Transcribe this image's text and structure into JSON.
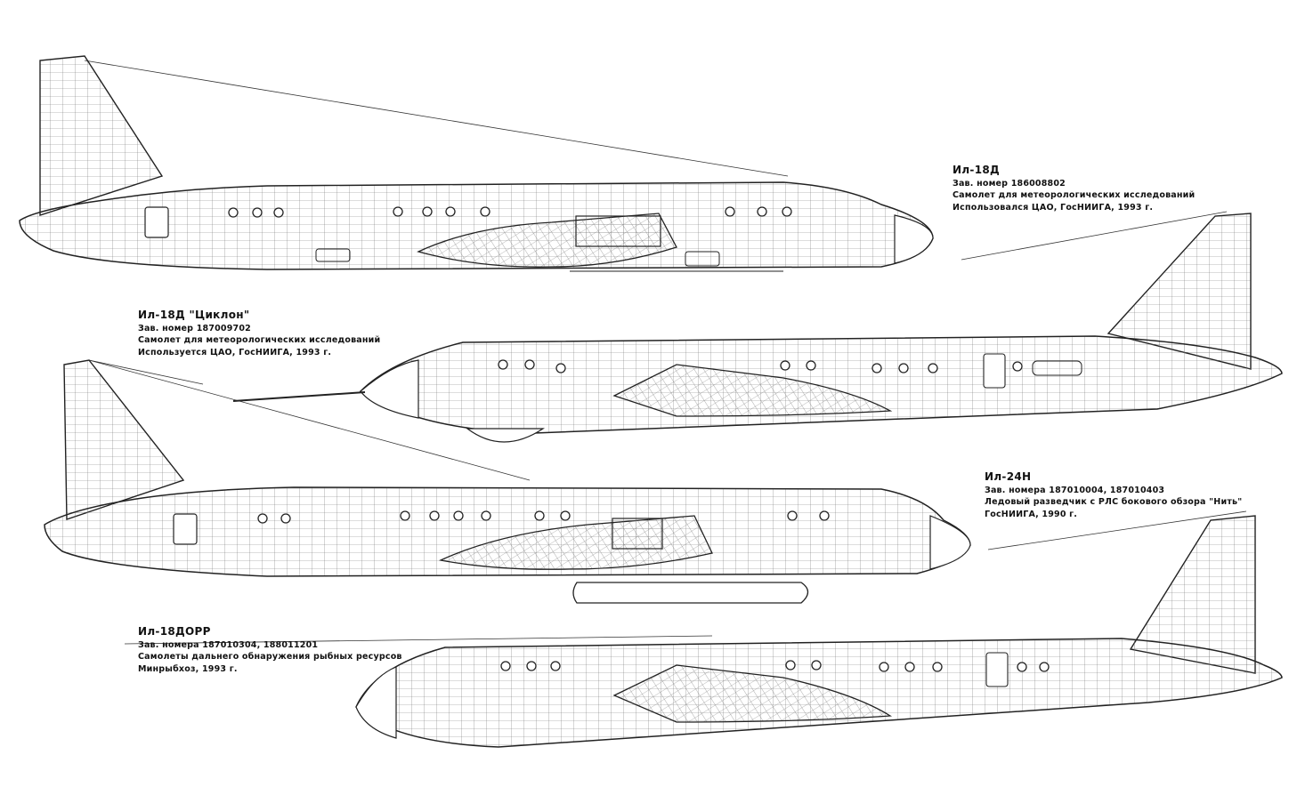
{
  "aircraft": [
    {
      "title": "Ил-18Д",
      "lines": [
        "Зав. номер 186008802",
        "Самолет для метеорологических исследований",
        "Использовался ЦАО, ГосНИИГА, 1993 г."
      ],
      "facing": "right",
      "features": [
        "weather-radar-pod",
        "tail-fin",
        "underwing-engine-nacelle"
      ]
    },
    {
      "title": "Ил-18Д \"Циклон\"",
      "lines": [
        "Зав. номер 187009702",
        "Самолет для метеорологических исследований",
        "Используется ЦАО, ГосНИИГА, 1993 г."
      ],
      "facing": "left",
      "features": [
        "nose-probe-boom",
        "ventral-dome",
        "tail-fin",
        "underwing-engine-nacelle"
      ]
    },
    {
      "title": "Ил-24Н",
      "lines": [
        "Зав. номера 187010004, 187010403",
        "Ледовый разведчик с РЛС бокового обзора \"Нить\"",
        "ГосНИИГА, 1990 г."
      ],
      "facing": "right",
      "features": [
        "slar-ventral-pod",
        "tail-fin",
        "underwing-engine-nacelle"
      ]
    },
    {
      "title": "Ил-18ДОРР",
      "lines": [
        "Зав. номера 187010304, 188011201",
        "Самолеты дальнего обнаружения рыбных ресурсов",
        "Минрыбхоз, 1993 г."
      ],
      "facing": "left",
      "features": [
        "tail-fin",
        "underwing-engine-nacelle"
      ]
    }
  ]
}
